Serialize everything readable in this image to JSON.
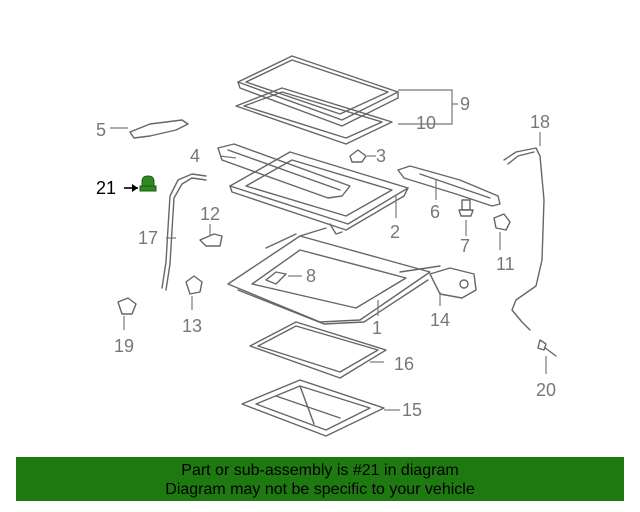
{
  "diagram": {
    "highlight_color": "#2f8a1e",
    "callouts": [
      {
        "id": "1",
        "label": "1"
      },
      {
        "id": "2",
        "label": "2"
      },
      {
        "id": "3",
        "label": "3"
      },
      {
        "id": "4",
        "label": "4"
      },
      {
        "id": "5",
        "label": "5"
      },
      {
        "id": "6",
        "label": "6"
      },
      {
        "id": "7",
        "label": "7"
      },
      {
        "id": "8",
        "label": "8"
      },
      {
        "id": "9",
        "label": "9"
      },
      {
        "id": "10",
        "label": "10"
      },
      {
        "id": "11",
        "label": "11"
      },
      {
        "id": "12",
        "label": "12"
      },
      {
        "id": "13",
        "label": "13"
      },
      {
        "id": "14",
        "label": "14"
      },
      {
        "id": "15",
        "label": "15"
      },
      {
        "id": "16",
        "label": "16"
      },
      {
        "id": "17",
        "label": "17"
      },
      {
        "id": "18",
        "label": "18"
      },
      {
        "id": "19",
        "label": "19"
      },
      {
        "id": "20",
        "label": "20"
      },
      {
        "id": "21",
        "label": "21"
      }
    ]
  },
  "banner": {
    "background": "#1e7a10",
    "line1": "Part or sub-assembly is #21 in diagram",
    "line2": "Diagram may not be specific to your vehicle"
  }
}
